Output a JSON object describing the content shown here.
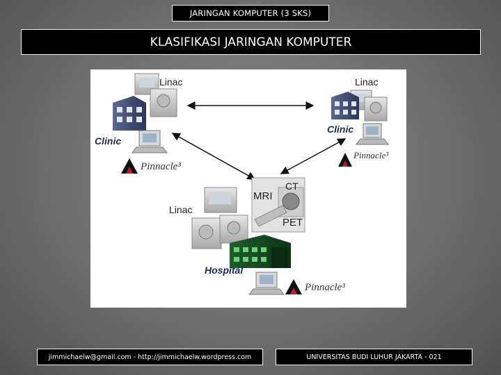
{
  "header": {
    "course_tag": "JARINGAN KOMPUTER (3 SKS)",
    "title": "KLASIFIKASI JARINGAN KOMPUTER"
  },
  "figure": {
    "left_site": {
      "linac": "Linac",
      "clinic": "Clinic",
      "pinnacle": "Pinnacle³"
    },
    "right_site": {
      "linac": "Linac",
      "clinic": "Clinic",
      "pinnacle": "Pinnacle³"
    },
    "hospital_site": {
      "linac": "Linac",
      "mri": "MRI",
      "ct": "CT",
      "pet": "PET",
      "hospital": "Hospital",
      "pinnacle": "Pinnacle³"
    }
  },
  "footer": {
    "contact": "jimmichaelw@gmail.com - http://jimmichaelw.wordpress.com",
    "institution": "UNIVERSITAS BUDI LUHUR JAKARTA - 021"
  }
}
